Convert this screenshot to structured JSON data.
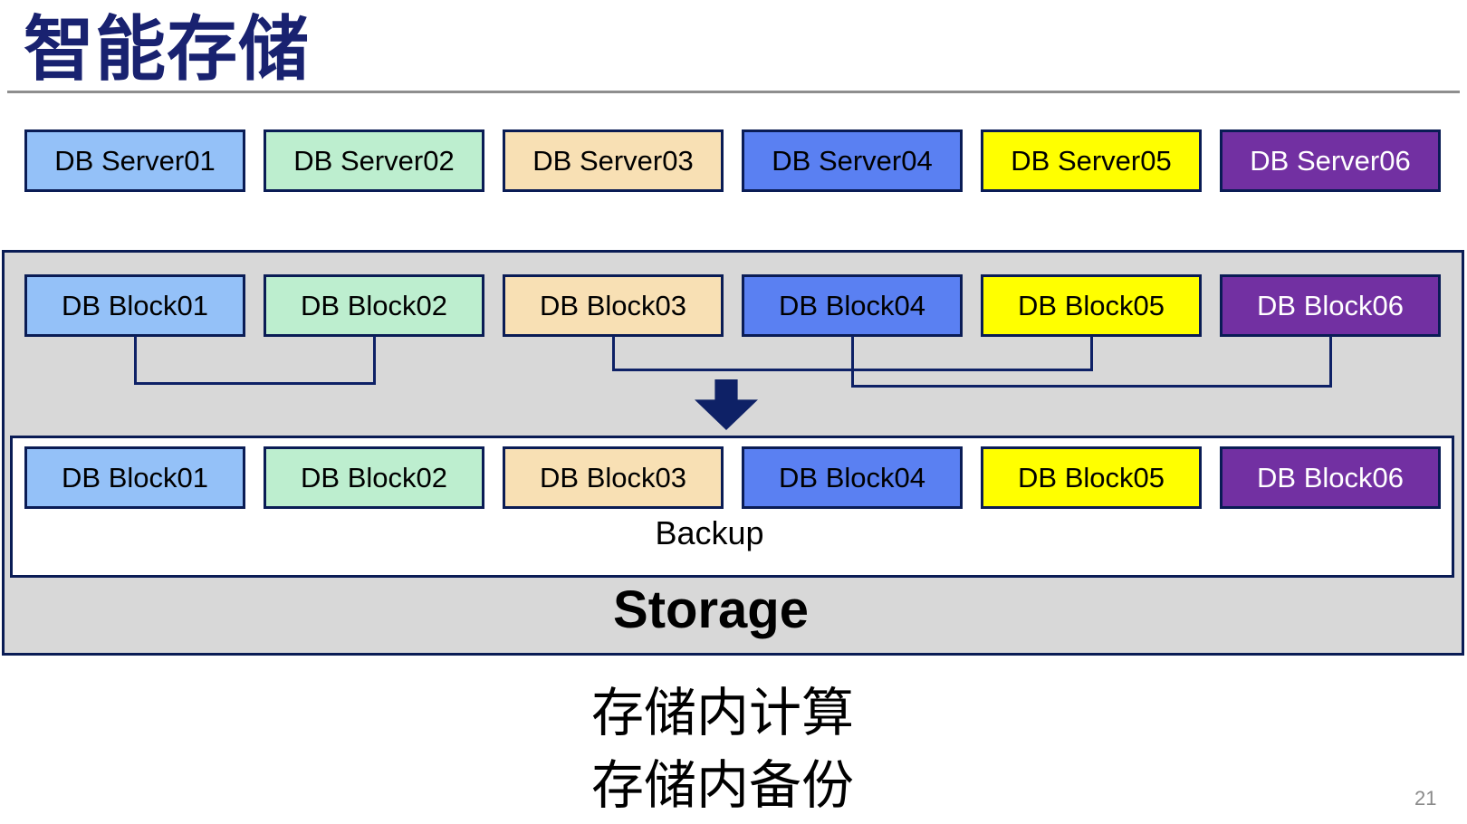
{
  "slide": {
    "title": "智能存储",
    "page_number": "21",
    "caption_lines": [
      "存储内计算",
      "存储内备份"
    ]
  },
  "palette": {
    "box_fills": [
      "#94C1F8",
      "#BDEECF",
      "#F8E0B4",
      "#5A80F2",
      "#FFFF00",
      "#7230A2"
    ],
    "box_text_colors": [
      "#000000",
      "#000000",
      "#000000",
      "#000000",
      "#000000",
      "#FFFFFF"
    ],
    "box_border": "#0A1C55",
    "panel_border": "#0A1C55",
    "storage_fill": "#D8D8D8",
    "connector": "#0E2166",
    "title_color": "#192270",
    "divider_color": "#8E8E8E",
    "page_number_color": "#8A8A8A"
  },
  "server_row": {
    "items": [
      "DB Server01",
      "DB Server02",
      "DB Server03",
      "DB Server04",
      "DB Server05",
      "DB Server06"
    ]
  },
  "storage_panel": {
    "label": "Storage",
    "top_block_row": {
      "items": [
        "DB Block01",
        "DB Block02",
        "DB Block03",
        "DB Block04",
        "DB Block05",
        "DB Block06"
      ]
    },
    "backup_panel": {
      "label": "Backup",
      "block_row": {
        "items": [
          "DB Block01",
          "DB Block02",
          "DB Block03",
          "DB Block04",
          "DB Block05",
          "DB Block06"
        ]
      }
    }
  }
}
